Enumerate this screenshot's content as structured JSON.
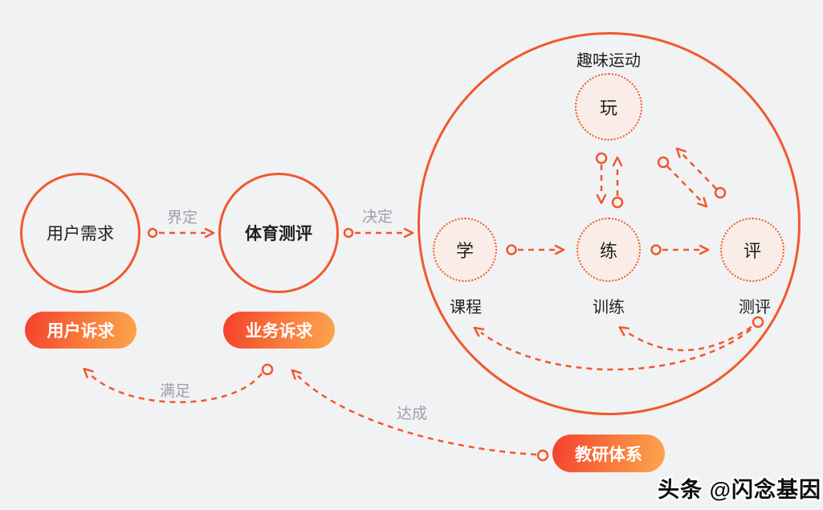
{
  "colors": {
    "accent": "#F1582B",
    "background": "#F1F2F4",
    "node_fill": "#FAEDE8",
    "pill_gradient_start": "#F4402D",
    "pill_gradient_end": "#FBA64C",
    "edge_label_gray": "#9DA0A6",
    "text_dark": "#1F1F1F"
  },
  "main_nodes": {
    "user_needs": "用户需求",
    "sports_assessment": "体育测评"
  },
  "ecosystem": {
    "title": "趣味运动",
    "play": "玩",
    "learn": "学",
    "practice": "练",
    "evaluate": "评",
    "course_label": "课程",
    "training_label": "训练",
    "assessment_label": "测评"
  },
  "pills": {
    "user_demand": "用户诉求",
    "business_demand": "业务诉求",
    "teaching_system": "教研体系"
  },
  "edge_labels": {
    "define": "界定",
    "decide": "决定",
    "satisfy": "满足",
    "achieve": "达成"
  },
  "watermark": "头条 @闪念基因"
}
